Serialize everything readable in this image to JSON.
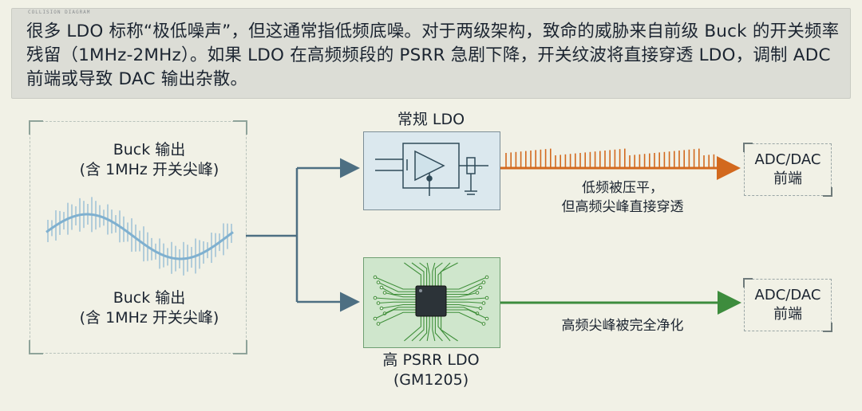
{
  "header": {
    "tiny_label": "COLLISION DIAGRAM",
    "description": "很多 LDO 标称“极低噪声”，但这通常指低频底噪。对于两级架构，致命的威胁来自前级 Buck 的开关频率残留（1MHz-2MHz）。如果 LDO 在高频频段的 PSRR 急剧下降，开关纹波将直接穿透 LDO，调制 ADC 前端或导致 DAC 输出杂散。"
  },
  "input": {
    "label_top_line1": "Buck 输出",
    "label_top_line2": "(含 1MHz 开关尖峰)",
    "label_bottom_line1": "Buck 输出",
    "label_bottom_line2": "(含 1MHz 开关尖峰)"
  },
  "standard_ldo": {
    "title": "常规 LDO",
    "result_line1": "低频被压平，",
    "result_line2": "但高频尖峰直接穿透",
    "output_line1": "ADC/DAC",
    "output_line2": "前端"
  },
  "high_psrr_ldo": {
    "title_line1": "高 PSRR LDO",
    "title_line2": "(GM1205)",
    "result": "高频尖峰被完全净化",
    "output_line1": "ADC/DAC",
    "output_line2": "前端"
  },
  "colors": {
    "background": "#f1f1e6",
    "wave": "#7fb0cf",
    "spike_orange": "#d2691e",
    "clean_green": "#3d8c3d",
    "arrow_blue": "#4d6f82"
  }
}
